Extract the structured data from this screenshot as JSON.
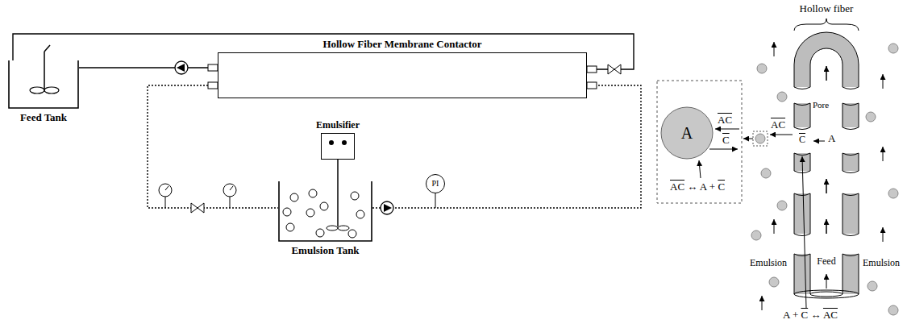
{
  "diagram": {
    "nodes": [
      {
        "text": [
          "Feed Tank"
        ]
      },
      {
        "text": [
          "Hollow Fiber Membrane Contactor"
        ]
      },
      {
        "text": [
          "Emulsifier"
        ]
      },
      {
        "text": [
          "Emulsion Tank"
        ]
      },
      {
        "text": [
          "PI"
        ]
      }
    ],
    "edges": [
      {
        "from": 0,
        "to": 1,
        "arrow": "none"
      },
      {
        "from": 1,
        "to": 0,
        "arrow": "none"
      },
      {
        "from": 1,
        "to": 3,
        "arrow": "none"
      },
      {
        "from": 3,
        "to": 1,
        "arrow": "none"
      }
    ],
    "labels": [
      "Hollow fiber",
      "A",
      "AC",
      "C",
      "AC ↔ A + C",
      "AC",
      "Pore",
      "C",
      "A",
      "Emulsion",
      "Feed",
      "Emulsion",
      "A + C ↔ AC"
    ]
  }
}
